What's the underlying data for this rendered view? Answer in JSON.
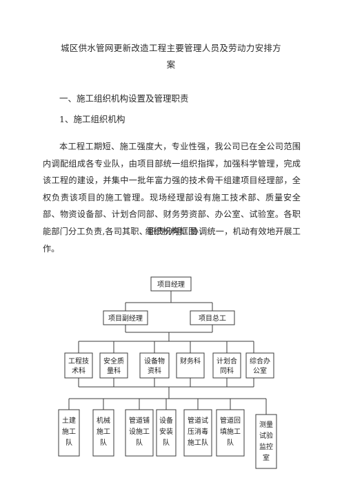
{
  "document": {
    "title_line1": "城区供水管网更新改造工程主要管理人员及劳动力安排方",
    "title_line2": "案",
    "section_heading": "一、施工组织机构设置及管理职责",
    "subsection_heading": "1、施工组织机构",
    "paragraph": "本工程工期短、施工强度大，专业性强，我公司已在全公司范围内调配组成各专业队，由项目部统一组织指挥，加强科学管理，完成该工程的建设，并集中一批年富力强的技术骨干组建项目经理部，全权负责该项目的施工管理。现场经理部设有施工技术部、质量安全部、物资设备部、计划合同部、财务劳资部、办公室、试验室。各职能部门分工负责,各司其职、职责分明、协调统一，机动有效地开展工作。",
    "chart_title": "组织机构框图"
  },
  "org_chart": {
    "root": "项目经理",
    "deputies": [
      "项目副经理",
      "项目总工"
    ],
    "departments": [
      [
        "工程技",
        "术科"
      ],
      [
        "安全质",
        "量科"
      ],
      [
        "设备物",
        "资科"
      ],
      [
        "财务科"
      ],
      [
        "计划合",
        "同科"
      ],
      [
        "综合办",
        "公室"
      ]
    ],
    "teams": [
      [
        "土建",
        "施工",
        "队"
      ],
      [
        "机械",
        "施工",
        "队"
      ],
      [
        "管道铺",
        "设施工",
        "队"
      ],
      [
        "设备",
        "安装",
        "队"
      ],
      [
        "管道试",
        "压消毒",
        "施工队"
      ],
      [
        "管道回",
        "填施工",
        "队"
      ],
      [
        "测量",
        "试验",
        "监控",
        "室"
      ]
    ]
  }
}
